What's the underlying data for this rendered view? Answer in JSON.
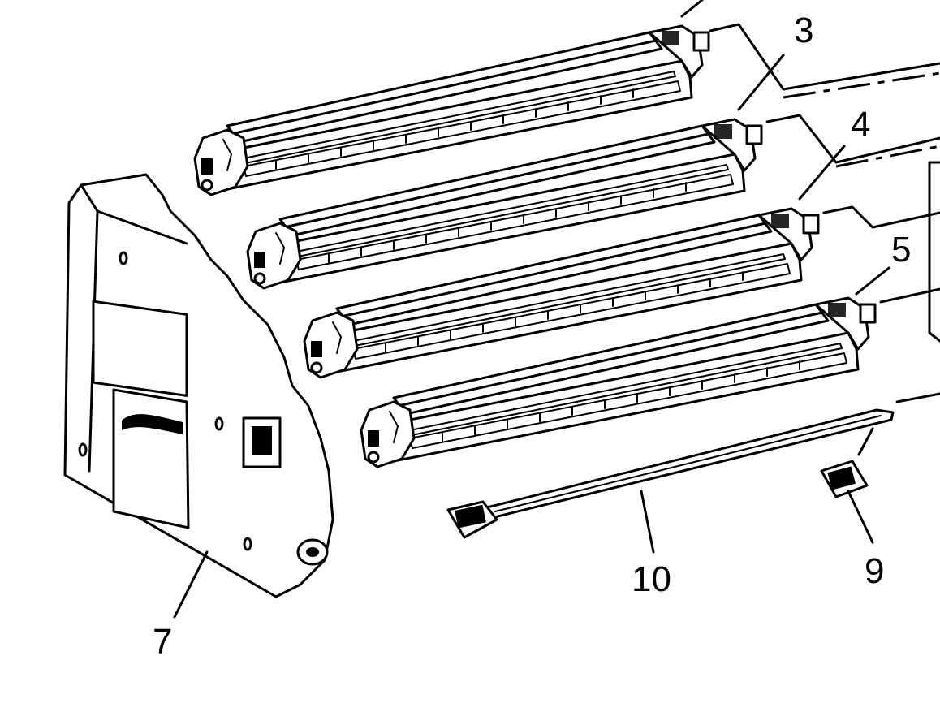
{
  "diagram": {
    "callouts": [
      {
        "id": "3",
        "label": "3"
      },
      {
        "id": "4",
        "label": "4"
      },
      {
        "id": "5",
        "label": "5"
      },
      {
        "id": "7",
        "label": "7"
      },
      {
        "id": "9",
        "label": "9"
      },
      {
        "id": "10",
        "label": "10"
      }
    ]
  }
}
